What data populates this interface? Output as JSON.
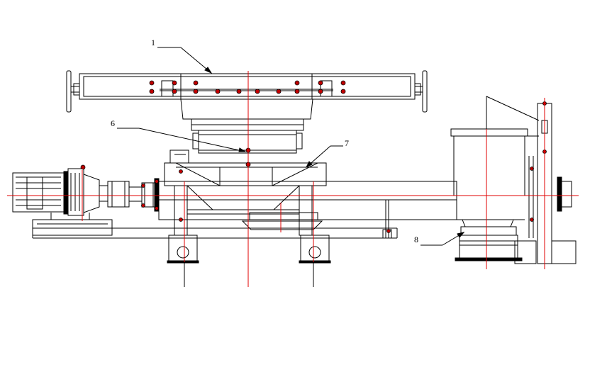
{
  "callouts": [
    {
      "id": "1",
      "text": "1"
    },
    {
      "id": "6",
      "text": "6"
    },
    {
      "id": "7",
      "text": "7"
    },
    {
      "id": "8",
      "text": "8"
    }
  ],
  "colors": {
    "linework": "#000000",
    "centerline": "#e00000",
    "bolt": "#c00000",
    "background": "#ffffff"
  }
}
